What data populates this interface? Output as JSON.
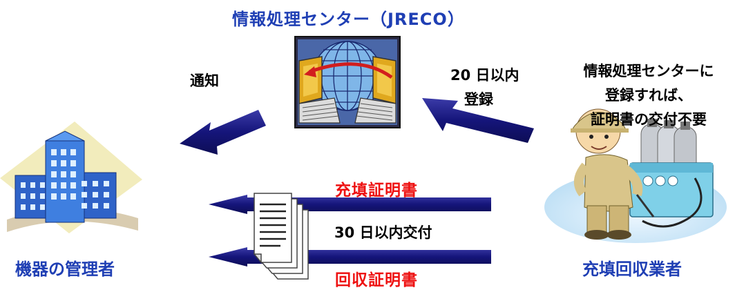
{
  "center": {
    "title": "情報処理センター（JRECO）"
  },
  "arrows": {
    "notify_label": "通知",
    "register_days": "20 日以内",
    "register_label": "登録"
  },
  "note": {
    "line1": "情報処理センターに",
    "line2": "登録すれば、",
    "line3": "証明書の交付不要"
  },
  "certificates": {
    "filling": "充填証明書",
    "issue_period": "30 日以内交付",
    "recovery": "回収証明書"
  },
  "parties": {
    "manager": "機器の管理者",
    "operator": "充填回収業者"
  },
  "colors": {
    "title_blue": "#1f3fb4",
    "certificate_red": "#ee1111",
    "arrow_navy": "#15157a"
  }
}
